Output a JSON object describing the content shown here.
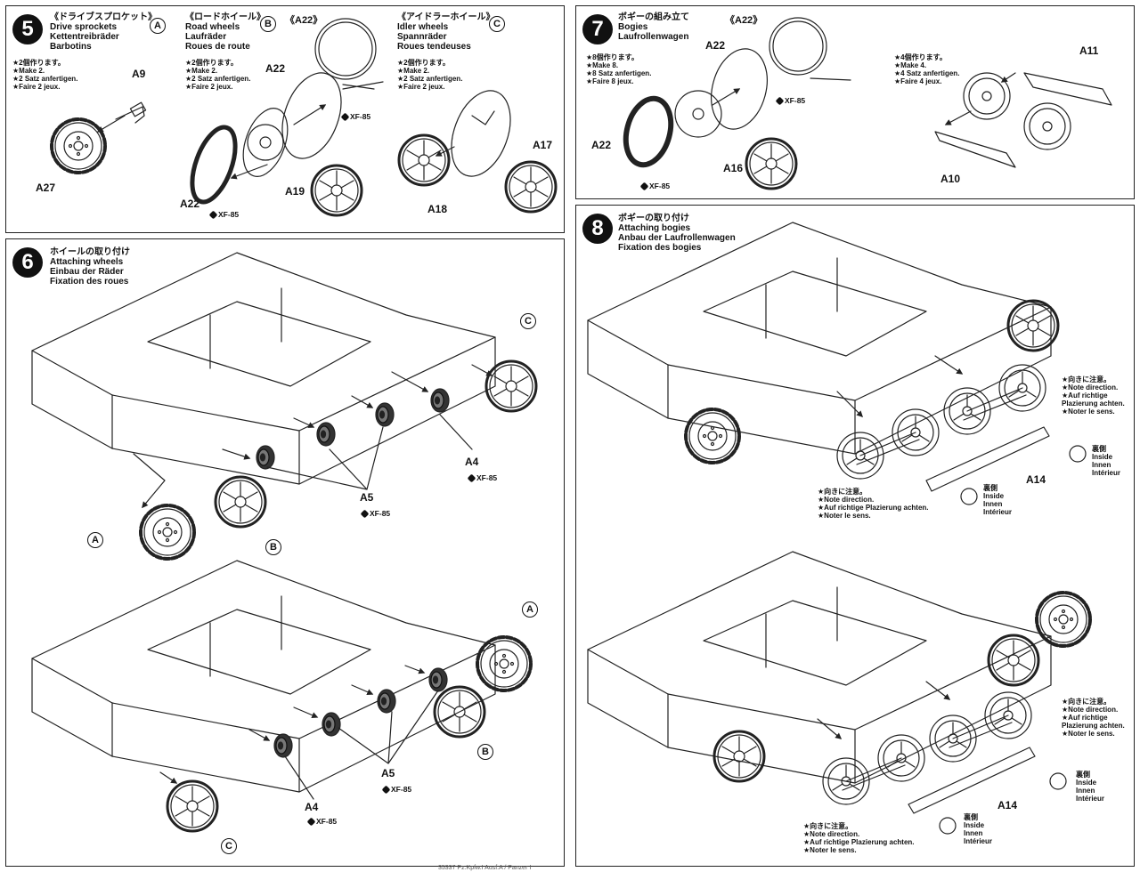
{
  "step5": {
    "number": "5",
    "sprocket": {
      "jp": "《ドライブスプロケット》",
      "en": "Drive sprockets",
      "de": "Kettentreibräder",
      "fr": "Barbotins",
      "letter": "A",
      "notes": [
        "★2個作ります。",
        "★Make 2.",
        "★2 Satz anfertigen.",
        "★Faire 2 jeux."
      ]
    },
    "road": {
      "jp": "《ロードホイール》",
      "en": "Road wheels",
      "de": "Laufräder",
      "fr": "Roues de route",
      "letter": "B",
      "notes": [
        "★2個作ります。",
        "★Make 2.",
        "★2 Satz anfertigen.",
        "★Faire 2 jeux."
      ]
    },
    "idler": {
      "jp": "《アイドラーホイール》",
      "en": "Idler wheels",
      "de": "Spannräder",
      "fr": "Roues tendeuses",
      "letter": "C",
      "notes": [
        "★2個作ります。",
        "★Make 2.",
        "★2 Satz anfertigen.",
        "★Faire 2 jeux."
      ]
    },
    "ref_a22": "《A22》",
    "parts": {
      "a9": "A9",
      "a27": "A27",
      "a22_top": "A22",
      "a22_bottom": "A22",
      "a19": "A19",
      "a17": "A17",
      "a18": "A18"
    },
    "paint": [
      "XF-85",
      "XF-85"
    ]
  },
  "step7": {
    "number": "7",
    "jp": "ボギーの組み立て",
    "en": "Bogies",
    "de": "Laufrollenwagen",
    "ref_a22": "《A22》",
    "notes_left": [
      "★8個作ります。",
      "★Make 8.",
      "★8 Satz anfertigen.",
      "★Faire 8 jeux."
    ],
    "notes_right": [
      "★4個作ります。",
      "★Make 4.",
      "★4 Satz anfertigen.",
      "★Faire 4 jeux."
    ],
    "parts": {
      "a22_top": "A22",
      "a22_left": "A22",
      "a16": "A16",
      "a11": "A11",
      "a10": "A10"
    },
    "paint": [
      "XF-85",
      "XF-85"
    ]
  },
  "step6": {
    "number": "6",
    "jp": "ホイールの取り付け",
    "en": "Attaching wheels",
    "de": "Einbau der Räder",
    "fr": "Fixation des roues",
    "parts": {
      "a4_top": "A4",
      "a5_top": "A5",
      "a4_bottom": "A4",
      "a5_bottom": "A5"
    },
    "paint": [
      "XF-85",
      "XF-85",
      "XF-85",
      "XF-85"
    ],
    "circled": [
      "C",
      "B",
      "A",
      "A",
      "B",
      "C"
    ]
  },
  "step8": {
    "number": "8",
    "jp": "ボギーの取り付け",
    "en": "Attaching bogies",
    "de": "Anbau der Laufrollenwagen",
    "fr": "Fixation des bogies",
    "direction_note": [
      "★向きに注意。",
      "★Note direction.",
      "★Auf richtige",
      "Plazierung achten.",
      "★Noter le sens."
    ],
    "direction_note_inline": [
      "★向きに注意。",
      "★Note direction.",
      "★Auf richtige Plazierung achten.",
      "★Noter le sens."
    ],
    "inside": [
      "裏側",
      "Inside",
      "Innen",
      "Intérieur"
    ],
    "parts": {
      "a14_top": "A14",
      "a14_bottom": "A14"
    }
  },
  "footer": "35337 Pz.Kpfw.I Ausf.A / Panzer I"
}
